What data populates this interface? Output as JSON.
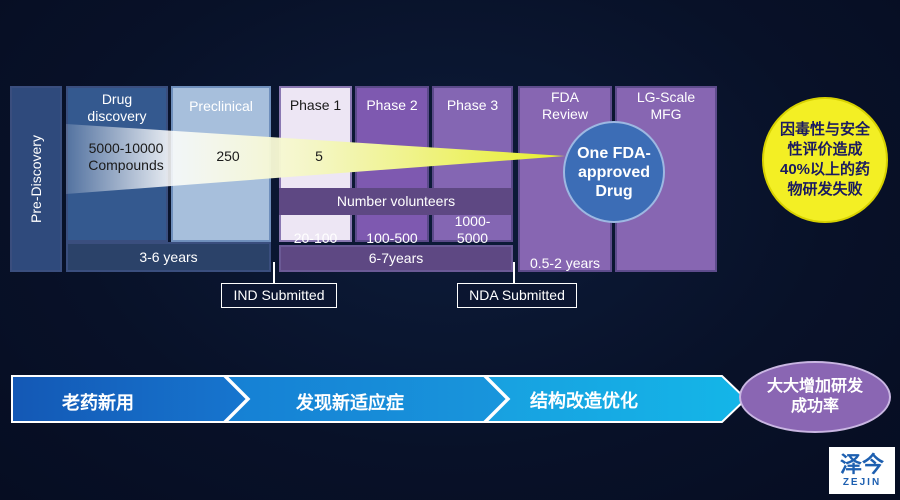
{
  "stages": {
    "pre_discovery": "Pre-Discovery",
    "drug_discovery": "Drug discovery",
    "preclinical": "Preclinical",
    "phase1": "Phase 1",
    "phase2": "Phase 2",
    "phase3": "Phase 3",
    "fda_review": "FDA Review",
    "lg_scale": "LG-Scale MFG"
  },
  "compounds": {
    "discovery": "5000-10000 Compounds",
    "preclinical": "250",
    "phase1": "5"
  },
  "volunteers": {
    "label": "Number volunteers",
    "phase1": "20-100",
    "phase2": "100-500",
    "phase3": "1000-\n5000"
  },
  "durations": {
    "early": "3-6 years",
    "clinical": "6-7years",
    "review": "0.5-2 years"
  },
  "milestones": {
    "ind": "IND Submitted",
    "nda": "NDA Submitted"
  },
  "result": "One FDA-approved Drug",
  "note": "因毒性与安全性评价造成40%以上的药物研发失败",
  "strategies": [
    "老药新用",
    "发现新适应症",
    "结构改造优化"
  ],
  "outcome": "大大增加研发成功率",
  "logo": {
    "cn": "泽今",
    "en": "ZEJIN"
  },
  "colors": {
    "background": "#081128",
    "arrow_start": "#1565c0",
    "arrow_end": "#12b3e6",
    "highlight": "#f3ef24",
    "purple": "#8766b2"
  }
}
